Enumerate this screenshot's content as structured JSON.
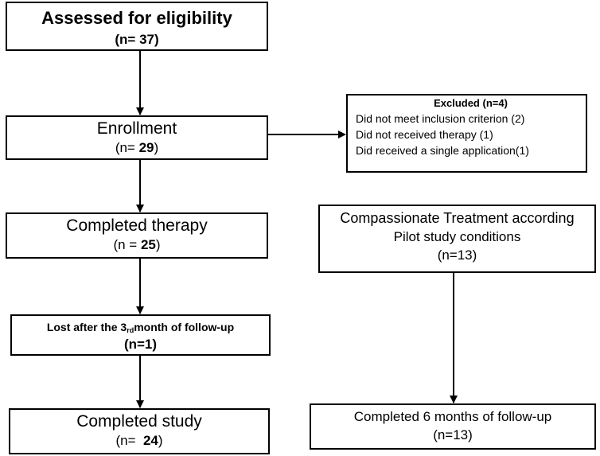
{
  "boxes": {
    "assessed": {
      "title": "Assessed for eligibility",
      "n_open": "(",
      "n_label": "n",
      "n_eq": "= ",
      "n_value": "37",
      "n_close": ")"
    },
    "enrollment": {
      "title": "Enrollment",
      "n_prefix": "(n= ",
      "n_value": "29",
      "n_close": ")"
    },
    "excluded": {
      "title": "Excluded  (n=4)",
      "items": [
        "Did not meet inclusion criterion (2)",
        "Did not received therapy (1)",
        "Did received a single application(1)"
      ]
    },
    "completed_therapy": {
      "title": "Completed therapy",
      "n_prefix": "(n = ",
      "n_value": "25",
      "n_close": ")"
    },
    "compassionate": {
      "line1": "Compassionate Treatment according",
      "line2": "Pilot study conditions",
      "line3": "(n=13)"
    },
    "lost": {
      "title_pre": "Lost after the 3",
      "title_sup": "rd",
      "title_post": "month of follow-up",
      "n": "(n=1)"
    },
    "completed_study": {
      "title": "Completed study",
      "n_prefix": "(n=  ",
      "n_value": "24",
      "n_close": ")"
    },
    "completed_6m": {
      "title": "Completed 6 months of follow-up",
      "n": "(n=13)"
    }
  }
}
